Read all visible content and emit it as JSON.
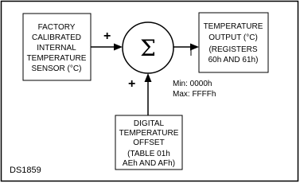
{
  "sensor_box": {
    "lines": [
      "FACTORY",
      "CALIBRATED",
      "INTERNAL",
      "TEMPERATURE",
      "SENSOR (°C)"
    ]
  },
  "summer": {
    "symbol": "Σ",
    "left_input_sign": "+",
    "bottom_input_sign": "+"
  },
  "output_box": {
    "lines": [
      "TEMPERATURE",
      "OUTPUT (°C)",
      "(REGISTERS",
      "60h AND 61h)"
    ]
  },
  "range": {
    "min": "Min: 0000h",
    "max": "Max: FFFFh"
  },
  "offset_box": {
    "lines": [
      "DIGITAL",
      "TEMPERATURE",
      "OFFSET",
      "(TABLE 01h",
      "AEh AND AFh)"
    ]
  },
  "part_number": "DS1859"
}
